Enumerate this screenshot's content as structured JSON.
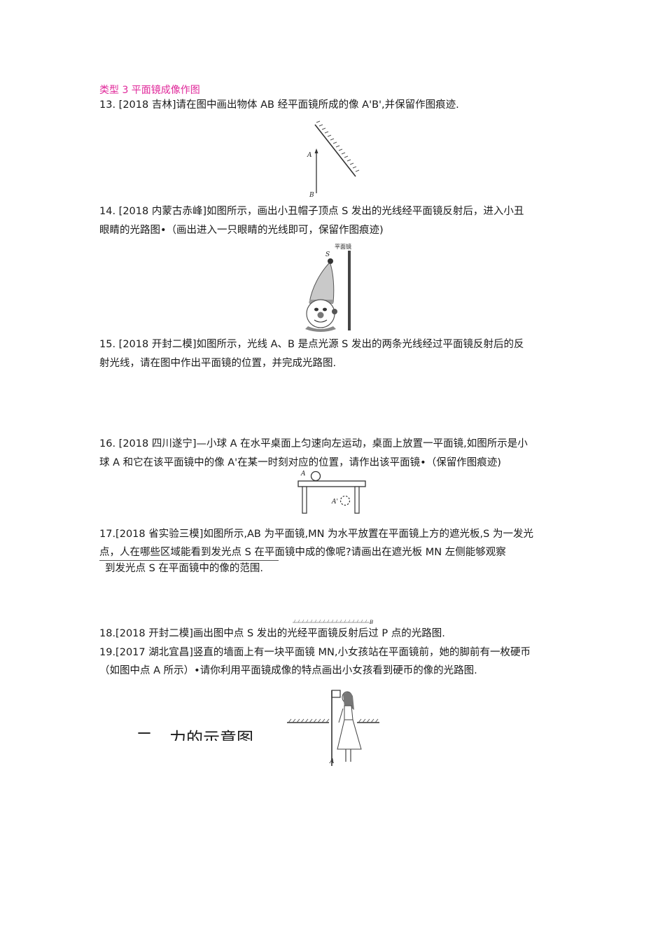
{
  "section": {
    "type_heading": "类型 3 平面镜成像作图"
  },
  "questions": {
    "q13": "13.    [2018 吉林]请在图中画出物体 AB 经平面镜所成的像 A'B',并保留作图痕迹.",
    "q14": {
      "line1": "14.    [2018 内蒙古赤峰]如图所示，画出小丑帽子顶点 S 发出的光线经平面镜反射后，进入小丑",
      "line2": "眼睛的光路图•（画出进入一只眼睛的光线即可，保留作图痕迹)"
    },
    "q15": {
      "line1": "15.    [2018 开封二模]如图所示，光线 A、B 是点光源 S 发出的两条光线经过平面镜反射后的反",
      "line2": "射光线，请在图中作出平面镜的位置，并完成光路图."
    },
    "q16": {
      "line1": "16.    [2018 四川遂宁]—小球 A 在水平桌面上匀速向左运动，桌面上放置一平面镜,如图所示是小",
      "line2": "球 A 和它在该平面镜中的像 A'在某一时刻对应的位置，请作出该平面镜•（保留作图痕迹)"
    },
    "q17": {
      "line1": "17.[2018 省实验三模]如图所示,AB 为平面镜,MN 为水平放置在平面镜上方的遮光板,S 为一发光",
      "line2": "点，人在哪些区域能看到发光点 S 在平面镜中成的像呢?请画出在遮光板 MN 左侧能够观察",
      "line3": "到发光点 S 在平面镜中的像的范围."
    },
    "q18": "18.[2018 开封二模]画出图中点 S 发出的光经平面镜反射后过 P 点的光路图.",
    "q19": {
      "line1": "19.[2017 湖北宜昌]竖直的墙面上有一块平面镜 MN,小女孩站在平面镜前，她的脚前有一枚硬币",
      "line2": "（如图中点 A 所示）•请你利用平面镜成像的特点画出小女孩看到硬币的像的光路图."
    }
  },
  "figures": {
    "fig13": {
      "label_a": "A",
      "label_b": "B"
    },
    "fig14": {
      "label_s": "S",
      "mirror_label": "平面镜"
    },
    "fig16": {
      "label_a": "A",
      "label_a_image": "A'"
    },
    "fig18": {
      "label_b": "B"
    },
    "fig19": {
      "label_a": "A"
    }
  },
  "next_section": {
    "title": "二、力的示意图"
  },
  "colors": {
    "heading": "#e0289a",
    "text": "#1a1a1a"
  }
}
